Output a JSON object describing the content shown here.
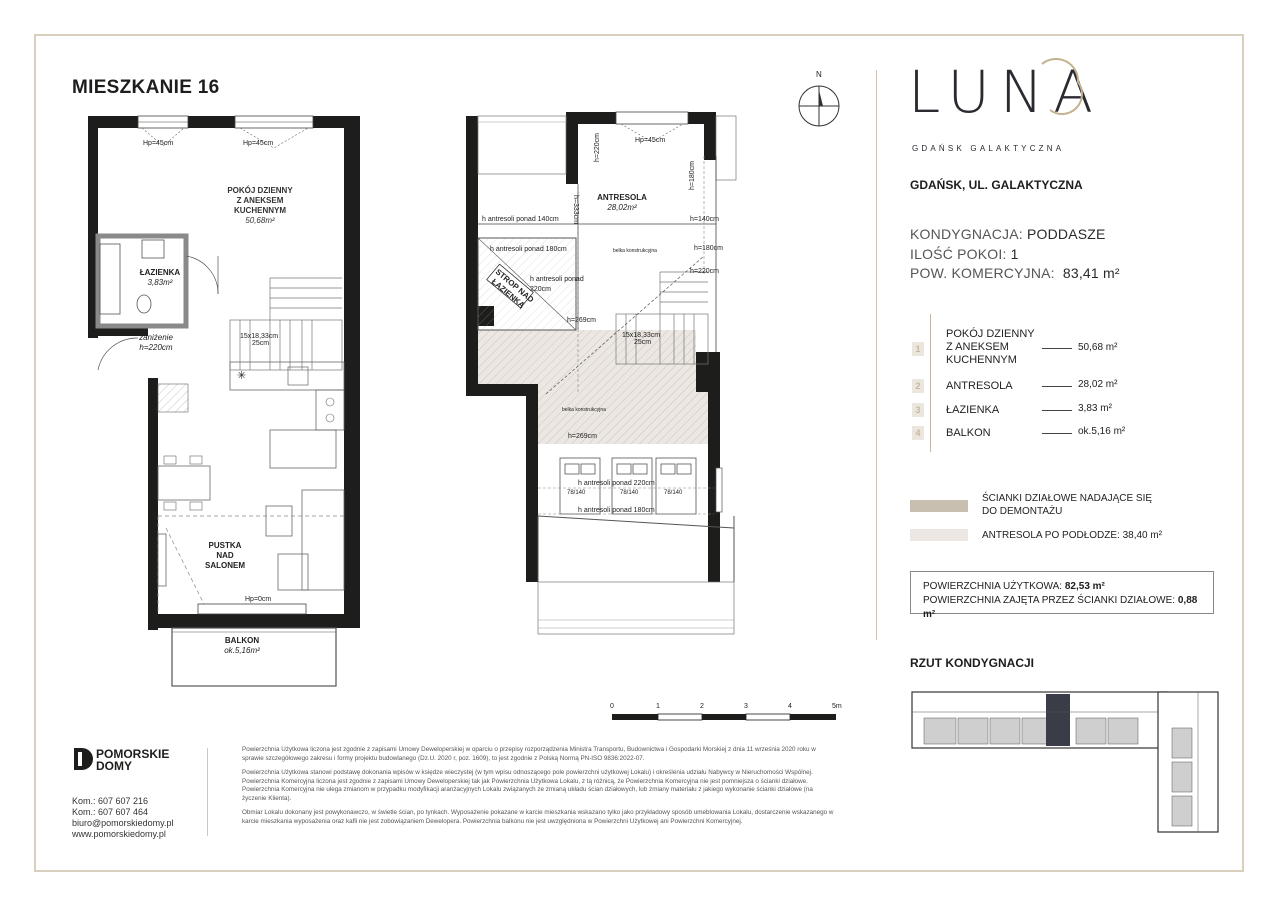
{
  "title": "MIESZKANIE 16",
  "brand": {
    "logo": "LUNA",
    "subtitle": "GDAŃSK GALAKTYCZNA",
    "address": "GDAŃSK, UL. GALAKTYCZNA"
  },
  "info": {
    "kondygnacja_label": "KONDYGNACJA:",
    "kondygnacja_value": "PODDASZE",
    "pokoje_label": "ILOŚĆ POKOI:",
    "pokoje_value": "1",
    "pow_label": "POW. KOMERCYJNA:",
    "pow_value": "83,41 m²"
  },
  "rooms": [
    {
      "num": "1",
      "name_lines": [
        "POKÓJ DZIENNY",
        "Z ANEKSEM",
        "KUCHENNYM"
      ],
      "area": "50,68 m²"
    },
    {
      "num": "2",
      "name_lines": [
        "ANTRESOLA"
      ],
      "area": "28,02 m²"
    },
    {
      "num": "3",
      "name_lines": [
        "ŁAZIENKA"
      ],
      "area": "3,83 m²"
    },
    {
      "num": "4",
      "name_lines": [
        "BALKON"
      ],
      "area": "ok.5,16 m²"
    }
  ],
  "legend": {
    "walls_line1": "ŚCIANKI DZIAŁOWE NADAJĄCE SIĘ",
    "walls_line2": "DO DEMONTAŻU",
    "antresola": "ANTRESOLA PO PODŁODZE: 38,40 m²",
    "walls_color": "#c9bfb1",
    "antresola_color": "#ece7e2"
  },
  "summary": {
    "uzytkowa_label": "POWIERZCHNIA UŻYTKOWA:",
    "uzytkowa_value": "82,53 m²",
    "scianki_label": "POWIERZCHNIA ZAJĘTA PRZEZ ŚCIANKI DZIAŁOWE:",
    "scianki_value": "0,88 m²"
  },
  "rzut_title": "RZUT KONDYGNACJI",
  "compass": "N",
  "scale": [
    "0",
    "1",
    "2",
    "3",
    "4",
    "5m"
  ],
  "plan1": {
    "living_l1": "POKÓJ DZIENNY",
    "living_l2": "Z ANEKSEM",
    "living_l3": "KUCHENNYM",
    "living_area": "50,68m²",
    "bath_name": "ŁAZIENKA",
    "bath_area": "3,83m²",
    "lowered_l1": "zaniżenie",
    "lowered_l2": "h=220cm",
    "stairs_l1": "15x18,33cm",
    "stairs_l2": "25cm",
    "void_l1": "PUSTKA",
    "void_l2": "NAD",
    "void_l3": "SALONEM",
    "balcony_name": "BALKON",
    "balcony_area": "ok.5,16m²",
    "hp1": "Hp=45cm",
    "hp2": "Hp=45cm",
    "hp3": "Hp=0cm"
  },
  "plan2": {
    "ant_name": "ANTRESOLA",
    "ant_area": "28,02m²",
    "h140_left": "h antresoli ponad 140cm",
    "h140_right": "h=140cm",
    "h180_box": "h antresoli ponad 180cm",
    "h220_box_l1": "h antresoli ponad",
    "h220_box_l2": "220cm",
    "belka1": "belka konstrukcyjna",
    "belka2": "belka konstrukcyjna",
    "strop_l1": "STROP NAD",
    "strop_l2": "ŁAZIENKĄ",
    "h180_right": "h=180cm",
    "h220_a": "h=220cm",
    "h220_b": "h=220cm",
    "h333": "h=333cm",
    "h180_vert": "h=180cm",
    "h269_a": "h=269cm",
    "h269_b": "h=269cm",
    "stairs_l1": "15x18,33cm",
    "stairs_l2": "25cm",
    "h220_bottom": "h antresoli ponad 220cm",
    "h180_bottom": "h antresoli ponad 180cm",
    "bed": "78/140",
    "hp": "Hp=45cm"
  },
  "footer": {
    "brand_l1": "POMORSKIE",
    "brand_l2": "DOMY",
    "phone1": "Kom.: 607 607 216",
    "phone2": "Kom.: 607 607 464",
    "email": "biuro@pomorskiedomy.pl",
    "web": "www.pomorskiedomy.pl",
    "para1": "Powierzchnia Użytkowa liczona jest zgodnie z zapisami Umowy Deweloperskiej w oparciu o przepisy rozporządzenia Ministra Transportu, Budownictwa i Gospodarki Morskiej z dnia 11 września 2020 roku w sprawie szczegółowego zakresu i formy projektu budowlanego (Dz.U. 2020 r, poz. 1609), to jest zgodnie z Polską Normą PN-ISO 9836:2022-07.",
    "para2": "Powierzchnia Użytkowa stanowi podstawę dokonania wpisów w księdze wieczystej (w tym wpisu odnoszącego pole powierzchni użytkowej Lokalu) i określenia udziału Nabywcy w Nieruchomości Wspólnej. Powierzchnia Komercyjna liczona jest zgodnie z zapisami Umowy Deweloperskiej tak jak Powierzchnia Użytkowa Lokalu, z tą różnicą, że Powierzchnia Komercyjna nie jest pomniejsza o ścianki działowe. Powierzchnia Komercyjna nie ulega zmianom w przypadku modyfikacji aranżacyjnych Lokalu związanych ze zmianą układu ścian działowych, lub zmiany materiału z jakiego wykonanie ścianki działowe (na życzenie Klienta).",
    "para3": "Obmiar Lokalu dokonany jest powykonawczo, w świetle ścian, po tynkach. Wyposażenie pokazane w karcie mieszkania wskazano tylko jako przykładowy sposób umeblowania Lokalu, dostarczenie wskazanego w karcie mieszkania wyposażenia oraz kafli nie jest zobowiązaniem Dewelopera. Powierzchnia balkonu nie jest uwzględniona w Powierzchni Użytkowej ani Powierzchni Komercyjnej."
  }
}
